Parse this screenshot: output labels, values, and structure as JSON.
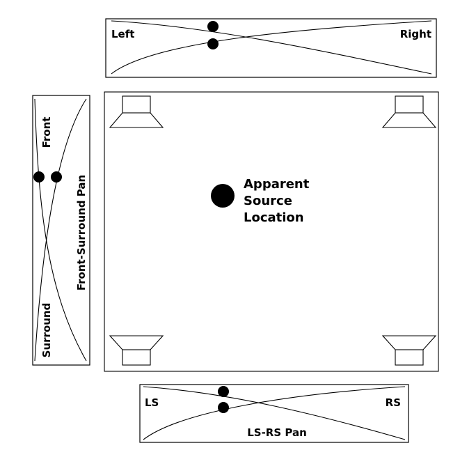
{
  "top_pan": {
    "left_label": "Left",
    "right_label": "Right"
  },
  "side_pan": {
    "front_label": "Front",
    "surround_label": "Surround",
    "title": "Front-Surround Pan"
  },
  "room": {
    "source_lines": [
      "Apparent",
      "Source",
      "Location"
    ]
  },
  "bottom_pan": {
    "ls_label": "LS",
    "rs_label": "RS",
    "title": "LS-RS Pan"
  }
}
